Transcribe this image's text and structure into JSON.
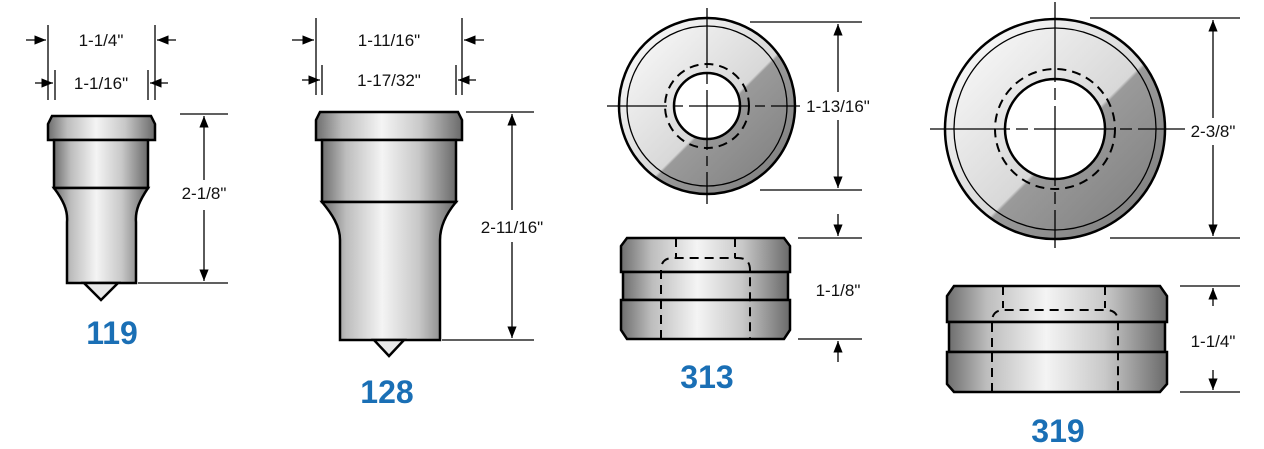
{
  "colors": {
    "label": "#1a6fb5",
    "metal_light": "#f3f3f3",
    "metal_dark": "#7d7d7d"
  },
  "parts": [
    {
      "id": "119",
      "label": "119",
      "dims": {
        "top_width": "1-1/4\"",
        "inner_width": "1-1/16\"",
        "height": "2-1/8\""
      }
    },
    {
      "id": "128",
      "label": "128",
      "dims": {
        "top_width": "1-11/16\"",
        "inner_width": "1-17/32\"",
        "height": "2-11/16\""
      }
    },
    {
      "id": "313",
      "label": "313",
      "dims": {
        "diameter": "1-13/16\"",
        "height": "1-1/8\""
      }
    },
    {
      "id": "319",
      "label": "319",
      "dims": {
        "diameter": "2-3/8\"",
        "height": "1-1/4\""
      }
    }
  ]
}
